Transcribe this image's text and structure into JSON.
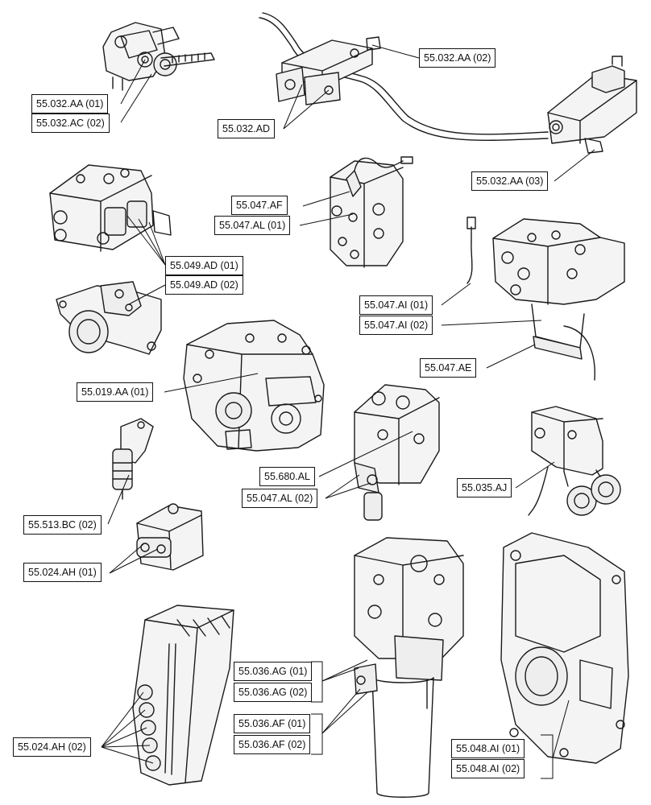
{
  "callouts": [
    {
      "id": "c01",
      "text": "55.032.AA (01)"
    },
    {
      "id": "c02",
      "text": "55.032.AC (02)"
    },
    {
      "id": "c03",
      "text": "55.032.AD"
    },
    {
      "id": "c04",
      "text": "55.032.AA (02)"
    },
    {
      "id": "c05",
      "text": "55.032.AA (03)"
    },
    {
      "id": "c06",
      "text": "55.047.AF"
    },
    {
      "id": "c07",
      "text": "55.047.AL (01)"
    },
    {
      "id": "c08",
      "text": "55.049.AD (01)"
    },
    {
      "id": "c09",
      "text": "55.049.AD (02)"
    },
    {
      "id": "c10",
      "text": "55.047.AI (01)"
    },
    {
      "id": "c11",
      "text": "55.047.AI (02)"
    },
    {
      "id": "c12",
      "text": "55.047.AE"
    },
    {
      "id": "c13",
      "text": "55.019.AA (01)"
    },
    {
      "id": "c14",
      "text": "55.680.AL"
    },
    {
      "id": "c15",
      "text": "55.047.AL (02)"
    },
    {
      "id": "c16",
      "text": "55.035.AJ"
    },
    {
      "id": "c17",
      "text": "55.513.BC (02)"
    },
    {
      "id": "c18",
      "text": "55.024.AH (01)"
    },
    {
      "id": "c19",
      "text": "55.036.AG (01)"
    },
    {
      "id": "c20",
      "text": "55.036.AG (02)"
    },
    {
      "id": "c21",
      "text": "55.036.AF (01)"
    },
    {
      "id": "c22",
      "text": "55.036.AF (02)"
    },
    {
      "id": "c23",
      "text": "55.024.AH (02)"
    },
    {
      "id": "c24",
      "text": "55.048.AI (01)"
    },
    {
      "id": "c25",
      "text": "55.048.AI (02)"
    }
  ]
}
